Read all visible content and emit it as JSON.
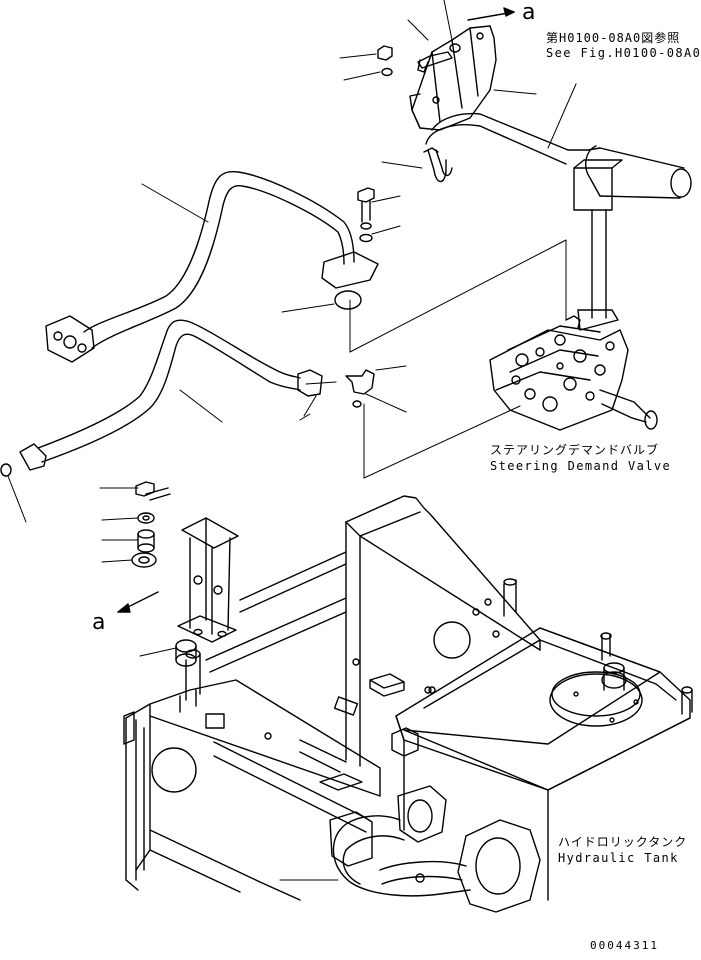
{
  "labels": {
    "ref_jp": "第H0100-08A0図参照",
    "ref_en": "See Fig.H0100-08A0",
    "valve_jp": "ステアリングデマンドバルブ",
    "valve_en": "Steering Demand Valve",
    "tank_jp": "ハイドロリックタンク",
    "tank_en": "Hydraulic Tank",
    "marker_top": "a",
    "marker_left": "a",
    "figure_number": "00044311"
  }
}
